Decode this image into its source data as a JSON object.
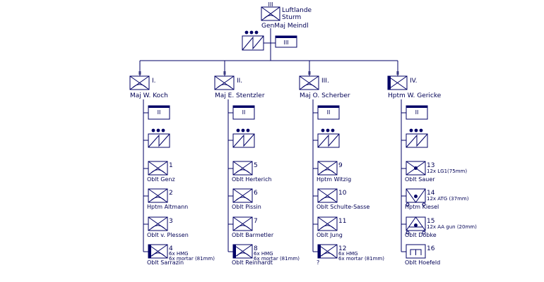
{
  "hq": {
    "echelon": "III",
    "name_line1": "Luftlande",
    "name_line2": "Sturm",
    "commander": "GenMaj Meindl",
    "support": [
      {
        "type": "signal",
        "echelon": "●●●"
      },
      {
        "type": "hq",
        "echelon": "III"
      }
    ]
  },
  "battalions": [
    {
      "id": "I.",
      "commander": "Maj W. Koch",
      "echelon": "II",
      "support": [
        {
          "type": "hq",
          "echelon": "II"
        },
        {
          "type": "signal",
          "echelon": "●●●"
        }
      ],
      "companies": [
        {
          "num": "1",
          "leader": "Oblt Genz",
          "type": "inf"
        },
        {
          "num": "2",
          "leader": "Hptm Altmann",
          "type": "inf"
        },
        {
          "num": "3",
          "leader": "Oblt v. Plessen",
          "type": "inf"
        },
        {
          "num": "4",
          "leader": "Oblt Sarrazin",
          "type": "heavy",
          "note1": "6x HMG",
          "note2": "6x mortar (81mm)"
        }
      ]
    },
    {
      "id": "II.",
      "commander": "Maj E. Stentzler",
      "echelon": "II",
      "support": [
        {
          "type": "hq",
          "echelon": "II"
        },
        {
          "type": "signal",
          "echelon": "●●●"
        }
      ],
      "companies": [
        {
          "num": "5",
          "leader": "Oblt Herterich",
          "type": "inf"
        },
        {
          "num": "6",
          "leader": "Oblt Pissin",
          "type": "inf"
        },
        {
          "num": "7",
          "leader": "Oblt Barmetler",
          "type": "inf"
        },
        {
          "num": "8",
          "leader": "Oblt Reinhardt",
          "type": "heavy",
          "note1": "6x HMG",
          "note2": "6x mortar (81mm)"
        }
      ]
    },
    {
      "id": "III.",
      "commander": "Maj O. Scherber",
      "echelon": "II",
      "support": [
        {
          "type": "hq",
          "echelon": "II"
        },
        {
          "type": "signal",
          "echelon": "●●●"
        }
      ],
      "companies": [
        {
          "num": "9",
          "leader": "Hptm Witzig",
          "type": "inf"
        },
        {
          "num": "10",
          "leader": "Oblt Schulte-Sasse",
          "type": "inf"
        },
        {
          "num": "11",
          "leader": "Oblt Jung",
          "type": "inf"
        },
        {
          "num": "12",
          "leader": "?",
          "type": "heavy",
          "note1": "6x HMG",
          "note2": "6x mortar (81mm)"
        }
      ]
    },
    {
      "id": "IV.",
      "commander": "Hptm W. Gericke",
      "echelon": "II",
      "support": [
        {
          "type": "hq",
          "echelon": "II"
        },
        {
          "type": "signal",
          "echelon": "●●●"
        }
      ],
      "companies": [
        {
          "num": "13",
          "leader": "Oblt Sauer",
          "type": "gun",
          "note1": "12x LG1(75mm)"
        },
        {
          "num": "14",
          "leader": "Hptm Kiesel",
          "type": "atg",
          "note1": "12x ATG (37mm)"
        },
        {
          "num": "15",
          "leader": "Oblt Dobke",
          "type": "aa",
          "note1": "12x AA gun (20mm)"
        },
        {
          "num": "16",
          "leader": "Oblt Hoefeld",
          "type": "eng"
        }
      ]
    }
  ],
  "colors": {
    "line": "#000066",
    "text": "#000055",
    "fill": "#000066"
  }
}
